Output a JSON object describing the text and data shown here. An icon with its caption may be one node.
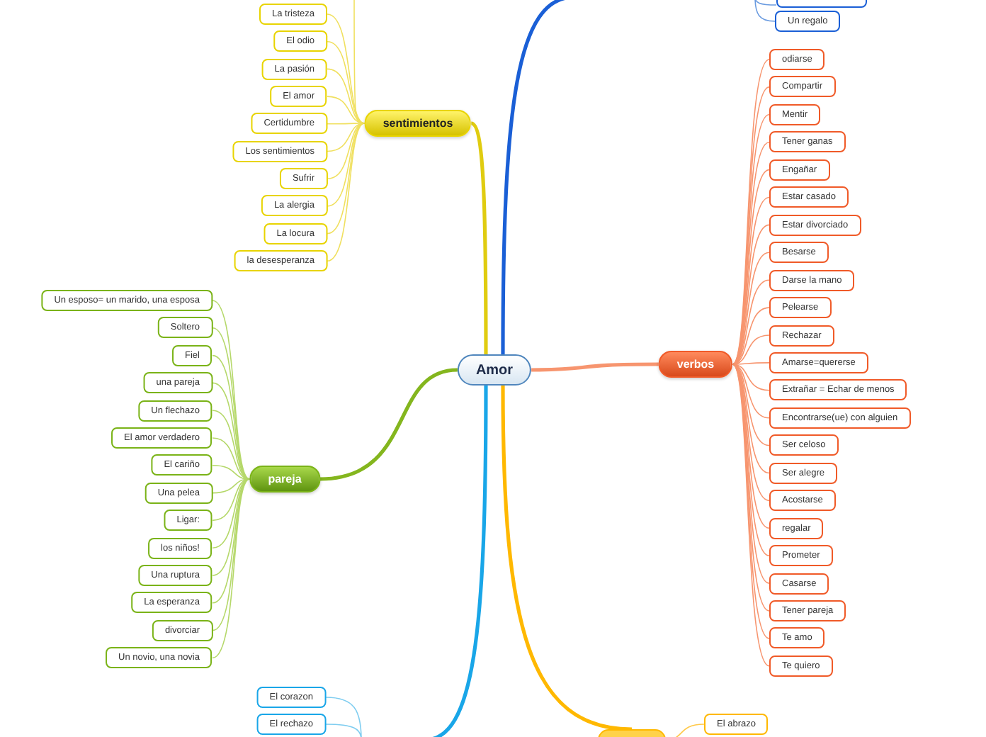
{
  "diagram": {
    "nodes": [
      {
        "text": [
          "Amor"
        ]
      },
      {
        "text": [
          "sentimientos"
        ]
      },
      {
        "text": [
          "La tristeza"
        ]
      },
      {
        "text": [
          "El odio"
        ]
      },
      {
        "text": [
          "La pasión"
        ]
      },
      {
        "text": [
          "El amor"
        ]
      },
      {
        "text": [
          "Certidumbre"
        ]
      },
      {
        "text": [
          "Los sentimientos"
        ]
      },
      {
        "text": [
          "Sufrir"
        ]
      },
      {
        "text": [
          "La alergia"
        ]
      },
      {
        "text": [
          "La locura"
        ]
      },
      {
        "text": [
          "la desesperanza"
        ]
      },
      {
        "text": [
          "pareja"
        ]
      },
      {
        "text": [
          "Un esposo= un marido, una esposa"
        ]
      },
      {
        "text": [
          "Soltero"
        ]
      },
      {
        "text": [
          "Fiel"
        ]
      },
      {
        "text": [
          "una pareja"
        ]
      },
      {
        "text": [
          "Un flechazo"
        ]
      },
      {
        "text": [
          "El amor verdadero"
        ]
      },
      {
        "text": [
          "El cariño"
        ]
      },
      {
        "text": [
          "Una pelea"
        ]
      },
      {
        "text": [
          "Ligar:"
        ]
      },
      {
        "text": [
          "los niños!"
        ]
      },
      {
        "text": [
          "Una ruptura"
        ]
      },
      {
        "text": [
          "La esperanza"
        ]
      },
      {
        "text": [
          "divorciar"
        ]
      },
      {
        "text": [
          "Un novio, una novia"
        ]
      },
      {
        "text": [
          "verbos"
        ]
      },
      {
        "text": [
          "odiarse"
        ]
      },
      {
        "text": [
          "Compartir"
        ]
      },
      {
        "text": [
          "Mentir"
        ]
      },
      {
        "text": [
          "Tener ganas"
        ]
      },
      {
        "text": [
          "Engañar"
        ]
      },
      {
        "text": [
          "Estar casado"
        ]
      },
      {
        "text": [
          "Estar divorciado"
        ]
      },
      {
        "text": [
          "Besarse"
        ]
      },
      {
        "text": [
          "Darse la mano"
        ]
      },
      {
        "text": [
          "Pelearse"
        ]
      },
      {
        "text": [
          "Rechazar"
        ]
      },
      {
        "text": [
          "Amarse=quererse"
        ]
      },
      {
        "text": [
          "Extrañar = Echar de menos"
        ]
      },
      {
        "text": [
          "Encontrarse(ue) con alguien"
        ]
      },
      {
        "text": [
          "Ser celoso"
        ]
      },
      {
        "text": [
          "Ser alegre"
        ]
      },
      {
        "text": [
          "Acostarse"
        ]
      },
      {
        "text": [
          "regalar"
        ]
      },
      {
        "text": [
          "Prometer"
        ]
      },
      {
        "text": [
          "Casarse"
        ]
      },
      {
        "text": [
          "Tener pareja"
        ]
      },
      {
        "text": [
          "Te amo"
        ]
      },
      {
        "text": [
          "Te quiero"
        ]
      },
      {
        "text": [],
        "shape": "box"
      },
      {
        "text": [
          "Un regalo"
        ]
      },
      {
        "text": [
          "El corazon"
        ]
      },
      {
        "text": [
          "El rechazo"
        ]
      },
      {
        "text": [],
        "shape": "box"
      },
      {
        "text": [
          "El abrazo"
        ]
      }
    ],
    "edges": [
      {
        "from": 0,
        "to": 1,
        "arrow": "none",
        "style": "thick",
        "color": "#e0cc10"
      },
      {
        "from": 0,
        "to": 12,
        "arrow": "none",
        "style": "thick",
        "color": "#84b61e"
      },
      {
        "from": 0,
        "to": 27,
        "arrow": "none",
        "style": "thick"
      },
      {
        "from": 0,
        "to": 55,
        "arrow": "none",
        "style": "thick",
        "color": "#ffb800"
      },
      {
        "from": 0,
        "to": null,
        "arrow": "none",
        "style": "thick",
        "color": "#1a5fd6"
      },
      {
        "from": 0,
        "to": null,
        "arrow": "none",
        "style": "thick",
        "color": "#19a6e8"
      },
      {
        "from": 1,
        "to": null,
        "arrow": "none",
        "color": "#f0e060"
      },
      {
        "from": 1,
        "to": 2,
        "arrow": "none",
        "color": "#f0e060"
      },
      {
        "from": 1,
        "to": 3,
        "arrow": "none",
        "color": "#f0e060"
      },
      {
        "from": 1,
        "to": 4,
        "arrow": "none",
        "color": "#f0e060"
      },
      {
        "from": 1,
        "to": 5,
        "arrow": "none",
        "color": "#f0e060"
      },
      {
        "from": 1,
        "to": 6,
        "arrow": "none",
        "color": "#f0e060"
      },
      {
        "from": 1,
        "to": 7,
        "arrow": "none",
        "color": "#f0e060"
      },
      {
        "from": 1,
        "to": 8,
        "arrow": "none",
        "color": "#f0e060"
      },
      {
        "from": 1,
        "to": 9,
        "arrow": "none",
        "color": "#f0e060"
      },
      {
        "from": 1,
        "to": 10,
        "arrow": "none",
        "color": "#f0e060"
      },
      {
        "from": 1,
        "to": 11,
        "arrow": "none",
        "color": "#f0e060"
      },
      {
        "from": 12,
        "to": 13,
        "arrow": "none",
        "color": "#b5d86a"
      },
      {
        "from": 12,
        "to": 14,
        "arrow": "none",
        "color": "#b5d86a"
      },
      {
        "from": 12,
        "to": 15,
        "arrow": "none",
        "color": "#b5d86a"
      },
      {
        "from": 12,
        "to": 16,
        "arrow": "none",
        "color": "#b5d86a"
      },
      {
        "from": 12,
        "to": 17,
        "arrow": "none",
        "color": "#b5d86a"
      },
      {
        "from": 12,
        "to": 18,
        "arrow": "none",
        "color": "#b5d86a"
      },
      {
        "from": 12,
        "to": 19,
        "arrow": "none",
        "color": "#b5d86a"
      },
      {
        "from": 12,
        "to": 20,
        "arrow": "none",
        "color": "#b5d86a"
      },
      {
        "from": 12,
        "to": 21,
        "arrow": "none",
        "color": "#b5d86a"
      },
      {
        "from": 12,
        "to": 22,
        "arrow": "none",
        "color": "#b5d86a"
      },
      {
        "from": 12,
        "to": 23,
        "arrow": "none",
        "color": "#b5d86a"
      },
      {
        "from": 12,
        "to": 24,
        "arrow": "none",
        "color": "#b5d86a"
      },
      {
        "from": 12,
        "to": 25,
        "arrow": "none",
        "color": "#b5d86a"
      },
      {
        "from": 12,
        "to": 26,
        "arrow": "none",
        "color": "#b5d86a"
      },
      {
        "from": 27,
        "to": 28,
        "arrow": "none"
      },
      {
        "from": 27,
        "to": 29,
        "arrow": "none"
      },
      {
        "from": 27,
        "to": 30,
        "arrow": "none"
      },
      {
        "from": 27,
        "to": 31,
        "arrow": "none"
      },
      {
        "from": 27,
        "to": 32,
        "arrow": "none"
      },
      {
        "from": 27,
        "to": 33,
        "arrow": "none"
      },
      {
        "from": 27,
        "to": 34,
        "arrow": "none"
      },
      {
        "from": 27,
        "to": 35,
        "arrow": "none"
      },
      {
        "from": 27,
        "to": 36,
        "arrow": "none"
      },
      {
        "from": 27,
        "to": 37,
        "arrow": "none"
      },
      {
        "from": 27,
        "to": 38,
        "arrow": "none"
      },
      {
        "from": 27,
        "to": 39,
        "arrow": "none"
      },
      {
        "from": 27,
        "to": 40,
        "arrow": "none"
      },
      {
        "from": 27,
        "to": 41,
        "arrow": "none"
      },
      {
        "from": 27,
        "to": 42,
        "arrow": "none"
      },
      {
        "from": 27,
        "to": 43,
        "arrow": "none"
      },
      {
        "from": 27,
        "to": 44,
        "arrow": "none"
      },
      {
        "from": 27,
        "to": 45,
        "arrow": "none"
      },
      {
        "from": 27,
        "to": 46,
        "arrow": "none"
      },
      {
        "from": 27,
        "to": 47,
        "arrow": "none"
      },
      {
        "from": 27,
        "to": 48,
        "arrow": "none"
      },
      {
        "from": 27,
        "to": 49,
        "arrow": "none"
      },
      {
        "from": 27,
        "to": 50,
        "arrow": "none"
      },
      {
        "from": 55,
        "to": 56,
        "arrow": "none",
        "color": "#ffc94a"
      },
      {
        "from": null,
        "to": 51,
        "arrow": "none",
        "color": "#6a9be0"
      },
      {
        "from": null,
        "to": 52,
        "arrow": "none",
        "color": "#6a9be0"
      },
      {
        "from": null,
        "to": 53,
        "arrow": "none",
        "color": "#7fcdf0"
      },
      {
        "from": null,
        "to": 54,
        "arrow": "none",
        "color": "#7fcdf0"
      }
    ]
  }
}
